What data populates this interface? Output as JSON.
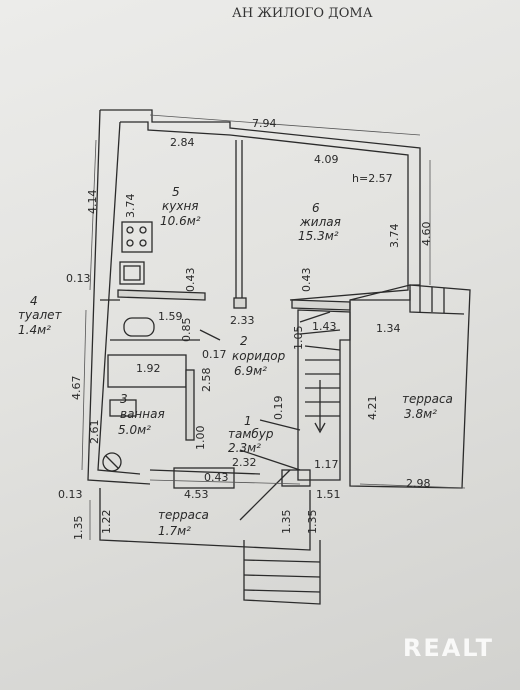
{
  "title": "АН ЖИЛОГО ДОМА",
  "watermark": "REALT",
  "rooms": {
    "kitchen": {
      "num": "5",
      "name": "кухня",
      "area": "10.6м²"
    },
    "living": {
      "num": "6",
      "name": "жилая",
      "area": "15.3м²"
    },
    "toilet": {
      "num": "4",
      "name": "туалет",
      "area": "1.4м²"
    },
    "corridor": {
      "num": "2",
      "name": "коридор",
      "area": "6.9м²"
    },
    "bath": {
      "num": "3",
      "name": "ванная",
      "area": "5.0м²"
    },
    "vestibule": {
      "num": "1",
      "name": "тамбур",
      "area": "2.3м²"
    },
    "terrace_right": {
      "name": "терраса",
      "area": "3.8м²"
    },
    "terrace_front": {
      "name": "терраса",
      "area": "1.7м²"
    }
  },
  "height_note": "h=2.57",
  "dimensions": {
    "top_total": "7.94",
    "kitchen_width": "2.84",
    "living_width": "4.09",
    "left_upper": "4.14",
    "kitchen_depth": "3.74",
    "living_depth": "3.74",
    "right_upper": "4.60",
    "wall_013_left": "0.13",
    "d043_a": "0.43",
    "d043_b": "0.43",
    "d043_c": "0.43",
    "d159": "1.59",
    "d233": "2.33",
    "d085": "0.85",
    "d017": "0.17",
    "d143": "1.43",
    "d105": "1.05",
    "d134": "1.34",
    "d192": "1.92",
    "d258": "2.58",
    "left_lower": "4.67",
    "d261": "2.61",
    "d100": "1.00",
    "d019": "0.19",
    "d421": "4.21",
    "d232": "2.32",
    "d117": "1.17",
    "d151": "1.51",
    "d453": "4.53",
    "d298": "2.98",
    "wall_013_bottom": "0.13",
    "d135_left": "1.35",
    "d122": "1.22",
    "d135_a": "1.35",
    "d135_b": "1.35"
  }
}
